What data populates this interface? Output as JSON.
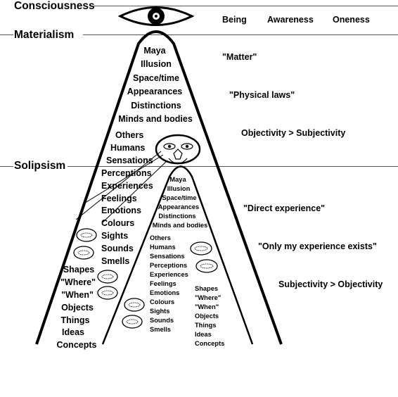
{
  "levels": {
    "consciousness": "Consciousness",
    "materialism": "Materialism",
    "solipsism": "Solipsism"
  },
  "consciousness_labels": [
    "Being",
    "Awareness",
    "Oneness"
  ],
  "materialism_labels": [
    "\"Matter\"",
    "\"Physical laws\"",
    "Objectivity > Subjectivity"
  ],
  "solipsism_labels": [
    "\"Direct experience\"",
    "\"Only my experience exists\"",
    "Subjectivity > Objectivity"
  ],
  "big_triangle": {
    "top_list": [
      "Maya",
      "Illusion",
      "Space/time",
      "Appearances",
      "Distinctions",
      "Minds and bodies"
    ],
    "middle_list": [
      "Others",
      "Humans",
      "Sensations",
      "Perceptions",
      "Experiences",
      "Feelings",
      "Emotions",
      "Colours",
      "Sights",
      "Sounds",
      "Smells"
    ],
    "bottom_list": [
      "Shapes",
      "\"Where\"",
      "\"When\"",
      "Objects",
      "Things",
      "Ideas",
      "Concepts"
    ]
  },
  "small_triangle": {
    "top_list": [
      "Maya",
      "Illusion",
      "Space/time",
      "Appearances",
      "Distinctions",
      "Minds and bodies"
    ],
    "left_list": [
      "Others",
      "Humans",
      "Sensations",
      "Perceptions",
      "Experiences",
      "Feelings",
      "Emotions",
      "Colours",
      "Sights",
      "Sounds",
      "Smells"
    ],
    "right_list": [
      "Shapes",
      "\"Where\"",
      "\"When\"",
      "Objects",
      "Things",
      "Ideas",
      "Concepts"
    ]
  },
  "colors": {
    "ink": "#000000",
    "background": "#ffffff",
    "rule": "#555555"
  }
}
